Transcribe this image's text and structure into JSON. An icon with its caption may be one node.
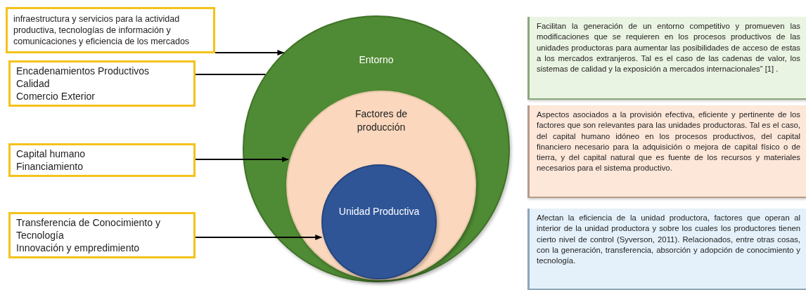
{
  "diagram": {
    "nodes": [
      {
        "text": [
          "infraestructura y servicios para la actividad productiva, tecnologías de información y comunicaciones y eficiencia de los mercados"
        ]
      },
      {
        "text": [
          "Encadenamientos Productivos",
          "Calidad",
          "Comercio Exterior"
        ]
      },
      {
        "text": [
          "Capital humano",
          "Financiamiento"
        ]
      },
      {
        "text": [
          "Transferencia de Conocimiento y Tecnología",
          "Innovación y empredimiento"
        ]
      },
      {
        "text": [
          "Entorno"
        ]
      },
      {
        "text": [
          "Factores de producción"
        ],
        "in": 4
      },
      {
        "text": [
          "Unidad Productiva"
        ],
        "in": 5
      },
      {
        "text": [
          "Facilitan la generación de un entorno competitivo y promueven las modificaciones que se requieren en los procesos productivos de las unidades productoras para aumentar las posibilidades de acceso de estas a los mercados extranjeros. Tal es el caso de las cadenas de valor, los sistemas de calidad y la exposición a mercados internacionales” [1] ."
        ]
      },
      {
        "text": [
          "Aspectos asociados a la provisión efectiva, eficiente y pertinente de los factores que son relevantes para las unidades productoras. Tal es el caso, del capital humano idóneo en  los procesos productivos, del capital financiero necesario para la adquisición o mejora de capital físico o de tierra, y del capital natural que es fuente de los recursos y materiales necesarios para el sistema productivo."
        ]
      },
      {
        "text": [
          "Afectan la eficiencia de la unidad productora, factores que operan al interior de la unidad productora y sobre los cuales los productores tienen cierto nivel de control (Syverson, 2011). Relacionados, entre otras cosas, con la generación, transferencia, absorción y adopción de conocimiento y tecnología."
        ]
      }
    ],
    "edges": [
      {
        "from": 0,
        "to": 4,
        "arrow": "to"
      },
      {
        "from": 1,
        "to": 4,
        "arrow": "none"
      },
      {
        "from": 2,
        "to": 5,
        "arrow": "to"
      },
      {
        "from": 3,
        "to": 6,
        "arrow": "to"
      }
    ]
  }
}
